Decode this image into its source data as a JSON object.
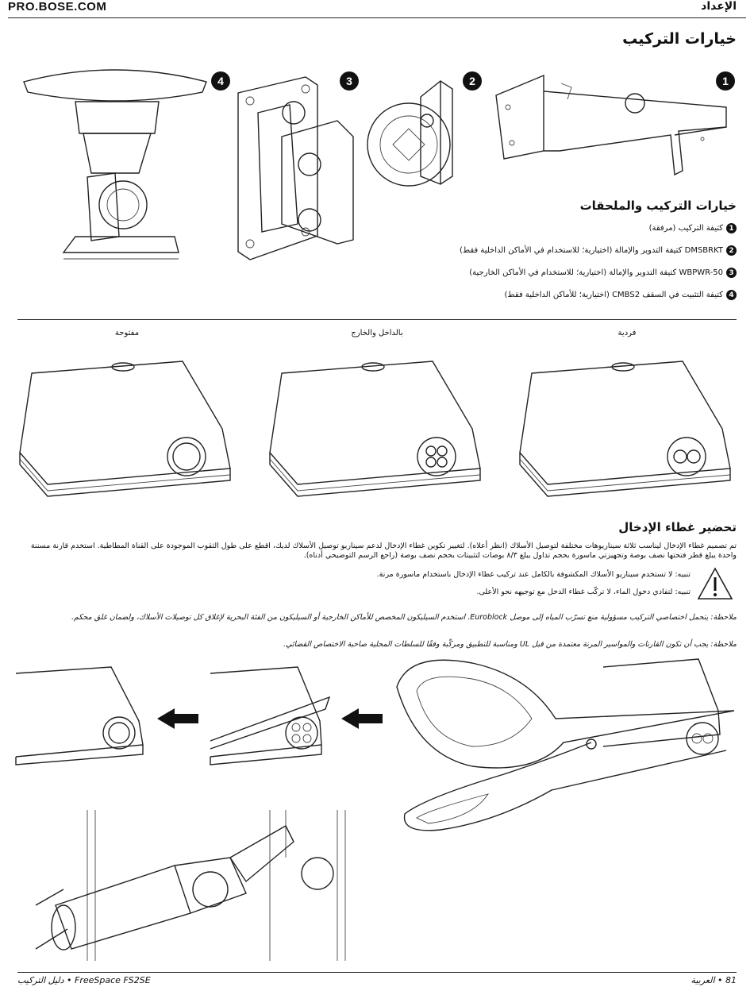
{
  "header": {
    "site": "PRO.BOSE.COM",
    "section": "الإعداد"
  },
  "mounting": {
    "title": "خيارات التركيب",
    "subtitle": "خيارات التركيب والملحقات",
    "numbers": [
      "1",
      "2",
      "3",
      "4"
    ],
    "items": [
      {
        "num": "1",
        "text": "كتيفة التركيب (مرفقة)"
      },
      {
        "num": "2",
        "text": "DMSBRKT كتيفة التدوير والإمالة (اختيارية؛ للاستخدام في الأماكن الداخلية فقط)"
      },
      {
        "num": "3",
        "text": "WBPWR-50 كتيفة التدوير والإمالة (اختيارية؛ للاستخدام في الأماكن الخارجية)"
      },
      {
        "num": "4",
        "text": "كتيفة التثبيت في السقف CMBS2 (اختيارية؛ للأماكن الداخلية فقط)"
      }
    ]
  },
  "covers": {
    "labels": [
      "فردية",
      "بالداخل والخارج",
      "مفتوحة"
    ]
  },
  "entry": {
    "title": "تحضير غطاء الإدخال",
    "para": "تم تصميم غطاء الإدخال ليناسب ثلاثة سيناريوهات مختلفة لتوصيل الأسلاك (انظر أعلاه). لتغيير تكوين غطاء الإدخال لدعم سيناريو توصيل الأسلاك لديك، اقطع على طول الثقوب الموجودة على القناة المطاطية. استخدم قارنة مسننة واحدة يبلغ قطر فتحتها نصف بوصة وتجهيزتي ماسورة بحجم تداول يبلغ ٨/٣ بوصات لتثبيتات بحجم نصف بوصة (راجع الرسم التوضيحي أدناه).",
    "caution1": "تنبيه: لا تستخدم سيناريو الأسلاك المكشوفة بالكامل عند تركيب غطاء الإدخال باستخدام ماسورة مرنة.",
    "caution2": "تنبيه: لتفادي دخول الماء، لا تركّب غطاء الدخل مع توجيهه نحو الأعلى.",
    "note1": "ملاحظة: يتحمل اختصاصي التركيب مسؤولية منع تسرّب المياه إلى موصل Euroblock. استخدم السيليكون المخصص للأماكن الخارجية أو السيليكون من الفئة البحرية لإغلاق كل توصيلات الأسلاك، ولضمان غلق محكم.",
    "note2": "ملاحظة: يجب أن تكون القارنات والمواسير المرنة معتمدة من قبل UL ومناسبة للتطبيق ومركّبة وفقًا للسلطات المحلية صاحبة الاختصاص القضائي."
  },
  "footer": {
    "left": "FreeSpace FS2SE • دليل التركيب",
    "right": "81 • العربية"
  }
}
